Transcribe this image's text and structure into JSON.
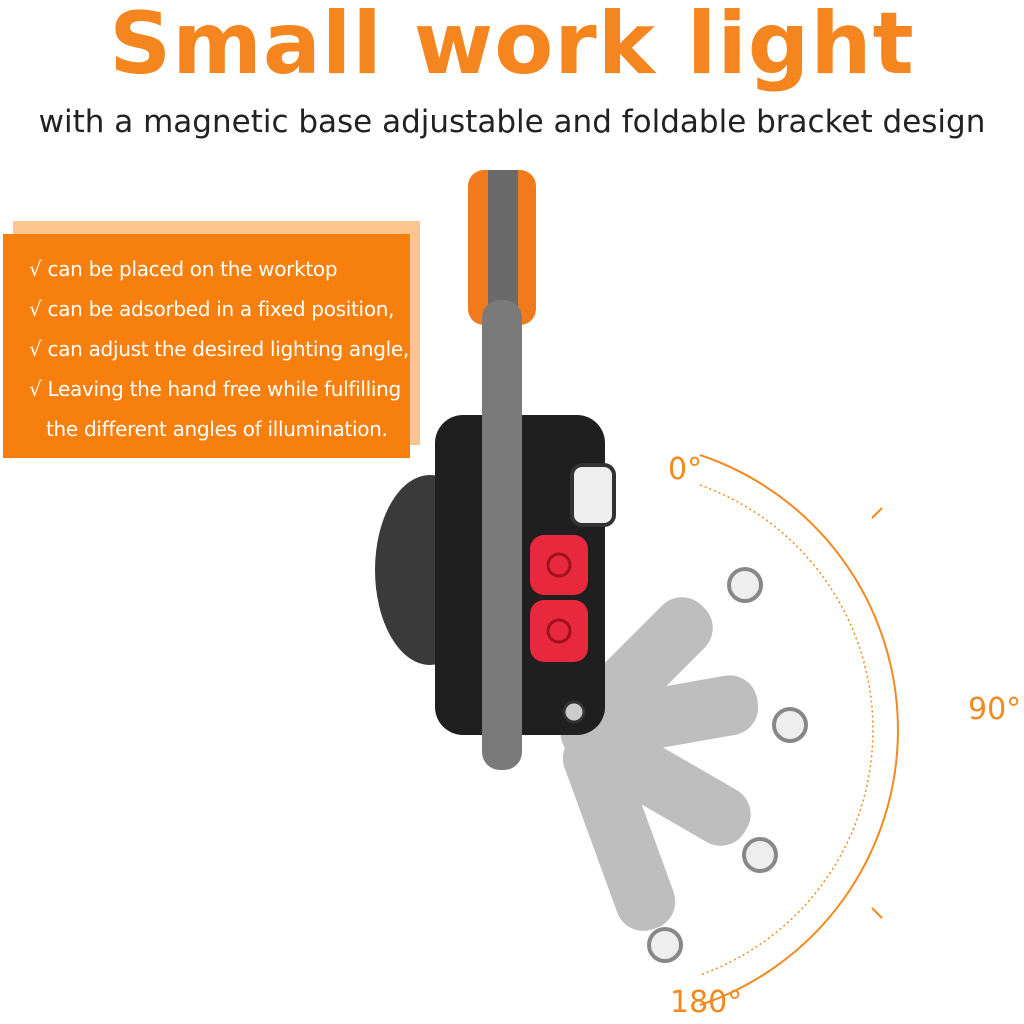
{
  "header": {
    "title": "Small work light",
    "subtitle": "with a magnetic base adjustable and foldable bracket design"
  },
  "features": [
    "√ can be placed on the worktop",
    "√ can be adsorbed in a fixed position,",
    "√ can adjust the desired lighting angle,",
    "√ Leaving the hand free while fulfilling",
    "the different angles of illumination."
  ],
  "angles": {
    "start": "0°",
    "mid": "90°",
    "end": "180°"
  },
  "colors": {
    "brand": "#f77f0e",
    "button": "#e8283c"
  }
}
